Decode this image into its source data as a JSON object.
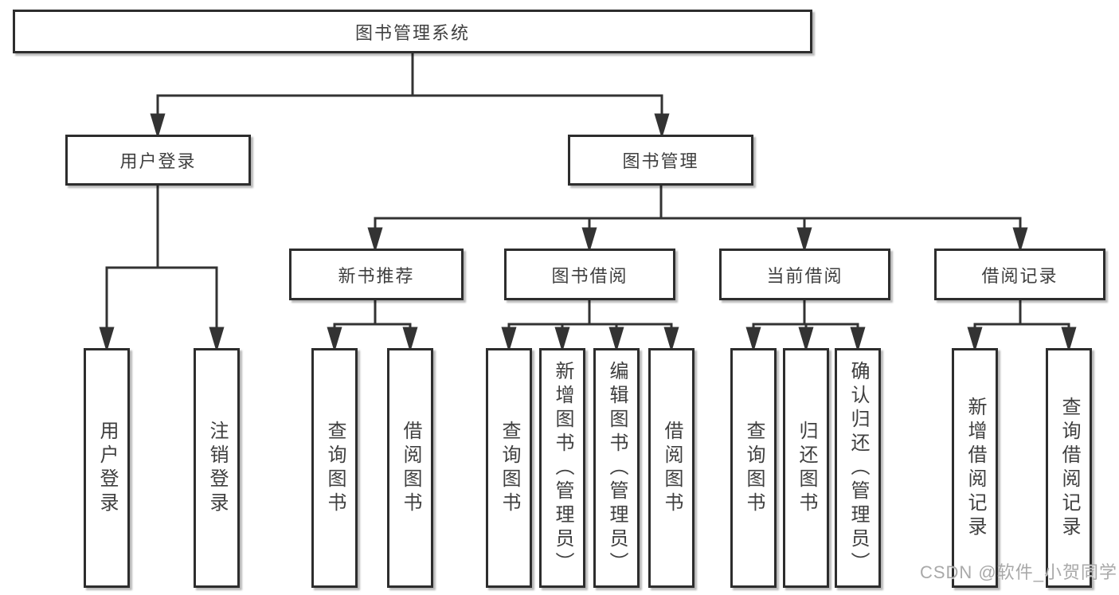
{
  "diagram_title": "图书管理系统",
  "nodes": {
    "root": "图书管理系统",
    "user_login": "用户登录",
    "book_mgmt": "图书管理",
    "new_book_rec": "新书推荐",
    "book_borrow": "图书借阅",
    "current_borrow": "当前借阅",
    "borrow_record": "借阅记录",
    "leaf_user_login": "用户登录",
    "leaf_logout": "注销登录",
    "rec_query_book": "查询图书",
    "rec_borrow_book": "借阅图书",
    "bb_query_book": "查询图书",
    "bb_add_book": "新增图书（管理员）",
    "bb_edit_book": "编辑图书（管理员）",
    "bb_borrow_book": "借阅图书",
    "cb_query_book": "查询图书",
    "cb_return_book": "归还图书",
    "cb_confirm_return": "确认归还（管理员）",
    "br_add_record": "新增借阅记录",
    "br_query_record": "查询借阅记录"
  },
  "colors": {
    "line": "#333333",
    "box_border": "#2d2d2d",
    "text": "#3f3f3f",
    "background": "#ffffff",
    "watermark": "#a9a9a9"
  },
  "watermark": "CSDN @软件_小贺同学"
}
